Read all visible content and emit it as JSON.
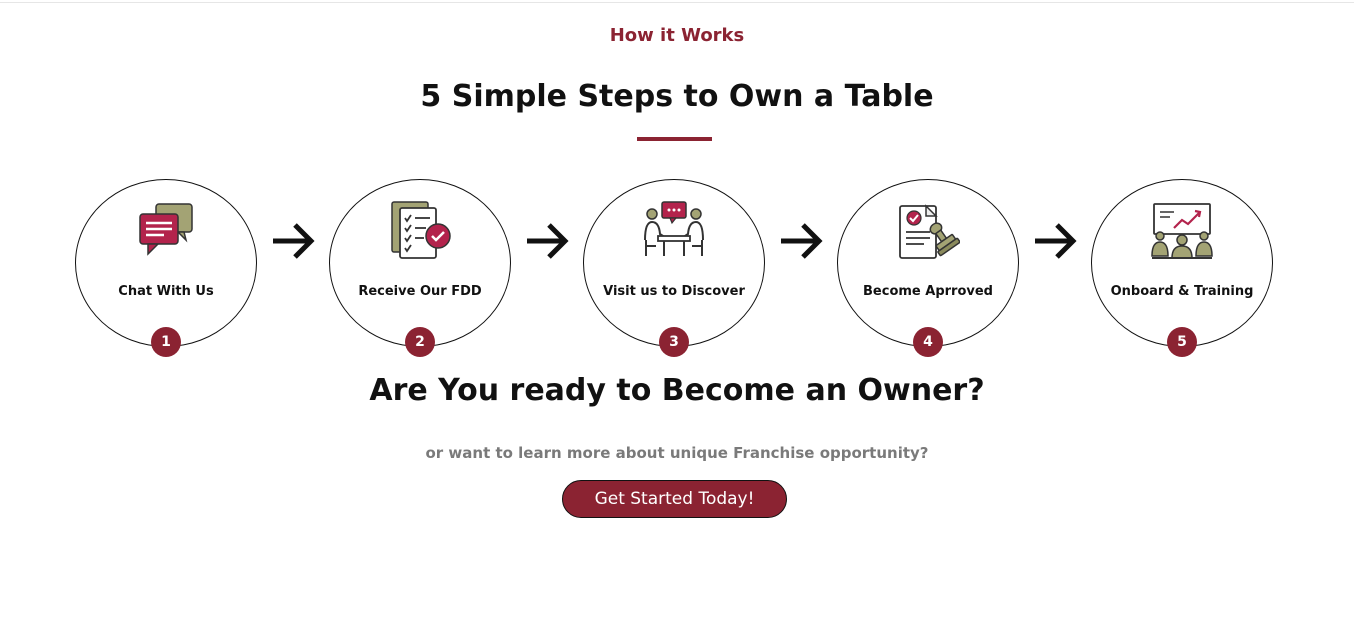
{
  "section": {
    "eyebrow": "How it Works",
    "title": "5 Simple Steps to Own a Table"
  },
  "steps": [
    {
      "number": "1",
      "label": "Chat With Us",
      "icon": "chat-bubbles-icon"
    },
    {
      "number": "2",
      "label": "Receive Our FDD",
      "icon": "checklist-document-icon"
    },
    {
      "number": "3",
      "label": "Visit us to Discover",
      "icon": "meeting-icon"
    },
    {
      "number": "4",
      "label": "Become Aprroved",
      "icon": "stamped-document-icon"
    },
    {
      "number": "5",
      "label": "Onboard & Training",
      "icon": "presentation-training-icon"
    }
  ],
  "cta": {
    "heading": "Are You ready to Become an Owner?",
    "subtext": "or want to learn more about unique Franchise opportunity?",
    "button_label": "Get Started Today!"
  },
  "colors": {
    "accent": "#8b2332",
    "icon_olive": "#a3a374",
    "text": "#111111",
    "muted": "#7a7a7a"
  }
}
